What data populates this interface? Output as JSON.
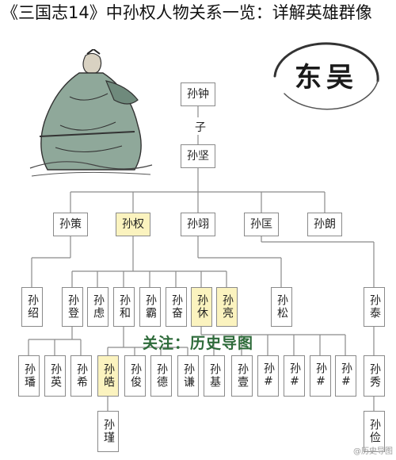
{
  "title": "《三国志14》中孙权人物关系一览：详解英雄群像",
  "relation_label": "子",
  "seal_text": "东吴",
  "watermark": "关注：历史导图",
  "credit": "@历史导图",
  "people": {
    "sun_zhong": "孙钟",
    "sun_jian": "孙坚",
    "sun_ce": "孙策",
    "sun_quan": "孙权",
    "sun_yi": "孙翊",
    "sun_kuang": "孙匡",
    "sun_lang": "孙朗",
    "sun_shao": "孙绍",
    "sun_deng": "孙登",
    "sun_lv": "孙虑",
    "sun_he": "孙和",
    "sun_ba": "孙霸",
    "sun_fen": "孙奋",
    "sun_xiu": "孙休",
    "sun_liang": "孙亮",
    "sun_song": "孙松",
    "sun_tai": "孙泰",
    "sun_fan": "孙璠",
    "sun_ying": "孙英",
    "sun_xi": "孙希",
    "sun_hao": "孙皓",
    "sun_jun": "孙俊",
    "sun_de": "孙德",
    "sun_qian": "孙谦",
    "sun_ji": "孙基",
    "sun_yi2": "孙壹",
    "sun_h1": "孙#",
    "sun_h2": "孙#",
    "sun_h3": "孙#",
    "sun_h4": "孙#",
    "sun_xiu2": "孙秀",
    "sun_jin": "孙瑾",
    "sun_jian2": "孙俭"
  },
  "highlighted": [
    "孙权",
    "孙休",
    "孙亮",
    "孙皓"
  ],
  "colors": {
    "highlight": "#fbf3bf",
    "line": "#8a8a8a",
    "watermark": "#2e6b3a"
  }
}
